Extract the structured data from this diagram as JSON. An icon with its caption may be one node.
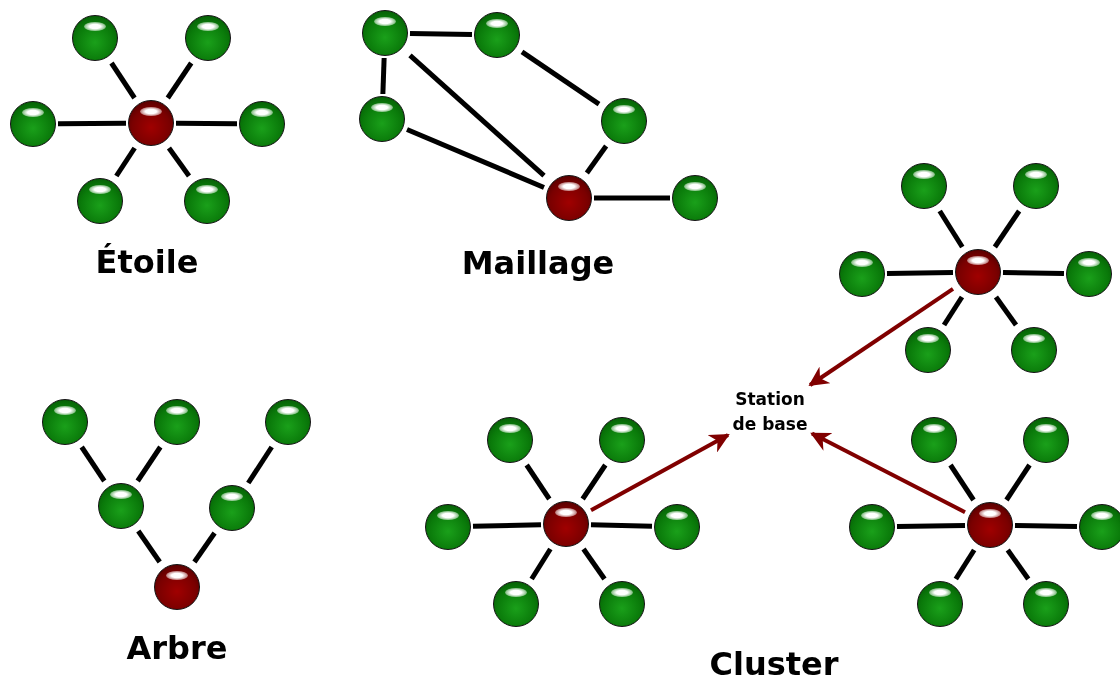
{
  "diagram": {
    "nodes": [
      {
        "text": [],
        "shape": "circle"
      },
      {
        "text": [],
        "shape": "circle"
      },
      {
        "text": [],
        "shape": "circle"
      },
      {
        "text": [],
        "shape": "circle"
      },
      {
        "text": [],
        "shape": "circle"
      },
      {
        "text": [],
        "shape": "circle"
      },
      {
        "text": [],
        "shape": "circle"
      },
      {
        "text": [],
        "shape": "circle"
      },
      {
        "text": [],
        "shape": "circle"
      },
      {
        "text": [],
        "shape": "circle"
      },
      {
        "text": [],
        "shape": "circle"
      },
      {
        "text": [],
        "shape": "circle"
      },
      {
        "text": [],
        "shape": "circle"
      },
      {
        "text": [],
        "shape": "circle"
      },
      {
        "text": [],
        "shape": "circle"
      },
      {
        "text": [],
        "shape": "circle"
      },
      {
        "text": [],
        "shape": "circle"
      },
      {
        "text": [],
        "shape": "circle"
      },
      {
        "text": [],
        "shape": "circle"
      },
      {
        "text": [],
        "shape": "circle"
      },
      {
        "text": [],
        "shape": "circle"
      },
      {
        "text": [],
        "shape": "circle"
      },
      {
        "text": [],
        "shape": "circle"
      },
      {
        "text": [],
        "shape": "circle"
      },
      {
        "text": [],
        "shape": "circle"
      },
      {
        "text": [],
        "shape": "circle"
      },
      {
        "text": [
          "Station de base"
        ]
      },
      {
        "text": [],
        "shape": "circle"
      },
      {
        "text": [],
        "shape": "circle"
      },
      {
        "text": [],
        "shape": "circle"
      },
      {
        "text": [],
        "shape": "circle"
      },
      {
        "text": [],
        "shape": "circle"
      },
      {
        "text": [],
        "shape": "circle"
      },
      {
        "text": [],
        "shape": "circle"
      },
      {
        "text": [],
        "shape": "circle"
      },
      {
        "text": [],
        "shape": "circle"
      },
      {
        "text": [],
        "shape": "circle"
      },
      {
        "text": [],
        "shape": "circle"
      },
      {
        "text": [],
        "shape": "circle"
      },
      {
        "text": [],
        "shape": "circle"
      },
      {
        "text": [],
        "shape": "circle"
      }
    ],
    "edges": [
      {
        "from": 0,
        "to": 1,
        "arrow": "none"
      },
      {
        "from": 0,
        "to": 2,
        "arrow": "none"
      },
      {
        "from": 0,
        "to": 3,
        "arrow": "none"
      },
      {
        "from": 0,
        "to": 4,
        "arrow": "none"
      },
      {
        "from": 0,
        "to": 5,
        "arrow": "none"
      },
      {
        "from": 0,
        "to": 6,
        "arrow": "none"
      },
      {
        "from": 7,
        "to": 8,
        "arrow": "none"
      },
      {
        "from": 7,
        "to": 9,
        "arrow": "none"
      },
      {
        "from": 7,
        "to": 11,
        "arrow": "none"
      },
      {
        "from": 8,
        "to": 10,
        "arrow": "none"
      },
      {
        "from": 9,
        "to": 11,
        "arrow": "none"
      },
      {
        "from": 10,
        "to": 11,
        "arrow": "none"
      },
      {
        "from": 11,
        "to": 12,
        "arrow": "none"
      },
      {
        "from": 13,
        "to": 14,
        "arrow": "none"
      },
      {
        "from": 13,
        "to": 15,
        "arrow": "none"
      },
      {
        "from": 13,
        "to": 16,
        "arrow": "none"
      },
      {
        "from": 13,
        "to": 17,
        "arrow": "none"
      },
      {
        "from": 13,
        "to": 18,
        "arrow": "none"
      },
      {
        "from": 13,
        "to": 19,
        "arrow": "none"
      },
      {
        "from": 20,
        "to": 23,
        "arrow": "none"
      },
      {
        "from": 21,
        "to": 23,
        "arrow": "none"
      },
      {
        "from": 23,
        "to": 25,
        "arrow": "none"
      },
      {
        "from": 22,
        "to": 24,
        "arrow": "none"
      },
      {
        "from": 24,
        "to": 25,
        "arrow": "none"
      },
      {
        "from": 27,
        "to": 28,
        "arrow": "none"
      },
      {
        "from": 27,
        "to": 29,
        "arrow": "none"
      },
      {
        "from": 27,
        "to": 30,
        "arrow": "none"
      },
      {
        "from": 27,
        "to": 31,
        "arrow": "none"
      },
      {
        "from": 27,
        "to": 32,
        "arrow": "none"
      },
      {
        "from": 27,
        "to": 33,
        "arrow": "none"
      },
      {
        "from": 34,
        "to": 35,
        "arrow": "none"
      },
      {
        "from": 34,
        "to": 36,
        "arrow": "none"
      },
      {
        "from": 34,
        "to": 37,
        "arrow": "none"
      },
      {
        "from": 34,
        "to": 38,
        "arrow": "none"
      },
      {
        "from": 34,
        "to": 39,
        "arrow": "none"
      },
      {
        "from": 34,
        "to": 40,
        "arrow": "none"
      },
      {
        "from": 13,
        "to": 26,
        "arrow": "to",
        "color": "#800000"
      },
      {
        "from": 27,
        "to": 26,
        "arrow": "to",
        "color": "#800000"
      },
      {
        "from": 34,
        "to": 26,
        "arrow": "to",
        "color": "#800000"
      }
    ],
    "labels": [
      "Étoile",
      "Maillage",
      "Arbre",
      "Cluster"
    ]
  }
}
